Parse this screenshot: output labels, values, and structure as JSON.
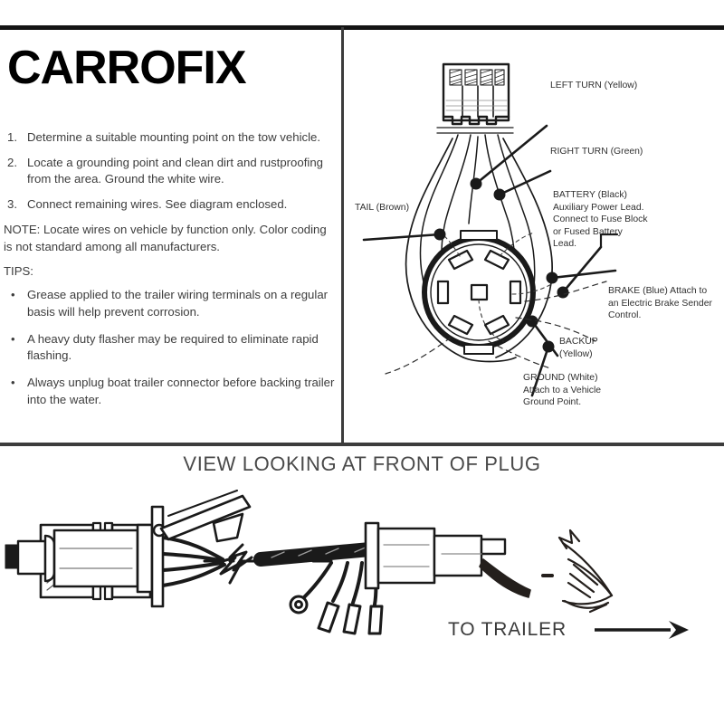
{
  "brand": "CARROFIX",
  "instructions": {
    "steps": [
      {
        "num": "1.",
        "text": "Determine a suitable mounting point on the tow vehicle."
      },
      {
        "num": "2.",
        "text": "Locate a grounding point and clean dirt and rustproofing from the area. Ground the white wire."
      },
      {
        "num": "3.",
        "text": "Connect remaining wires. See diagram enclosed."
      }
    ],
    "note": "NOTE: Locate wires on vehicle by function only. Color coding is not standard among all manufacturers.",
    "tips_heading": "TIPS:",
    "tips": [
      "Grease applied to the trailer wiring terminals on a regular basis will help prevent corrosion.",
      "A heavy duty flasher may be required to eliminate rapid flashing.",
      "Always unplug boat trailer connector before backing trailer into the water."
    ],
    "bullet_glyph": "•"
  },
  "diagram": {
    "labels": [
      {
        "id": "left-turn",
        "text": "LEFT TURN (Yellow)"
      },
      {
        "id": "right-turn",
        "text": "RIGHT TURN (Green)"
      },
      {
        "id": "tail",
        "text": "TAIL (Brown)"
      },
      {
        "id": "battery",
        "text": "BATTERY (Black)\nAuxiliary Power Lead.\nConnect to Fuse Block\nor Fused Battery\nLead."
      },
      {
        "id": "brake",
        "text": "BRAKE (Blue) Attach to\nan Electric Brake Sender\nControl."
      },
      {
        "id": "backup",
        "text": "BACKUP\n(Yellow)"
      },
      {
        "id": "ground",
        "text": "GROUND (White)\nAttach to a Vehicle\nGround Point."
      }
    ]
  },
  "caption": "VIEW LOOKING AT FRONT OF PLUG",
  "bottom": {
    "to_trailer": "TO TRAILER"
  },
  "colors": {
    "ink": "#141414",
    "text": "#3d3d3d",
    "paper": "#ffffff"
  }
}
